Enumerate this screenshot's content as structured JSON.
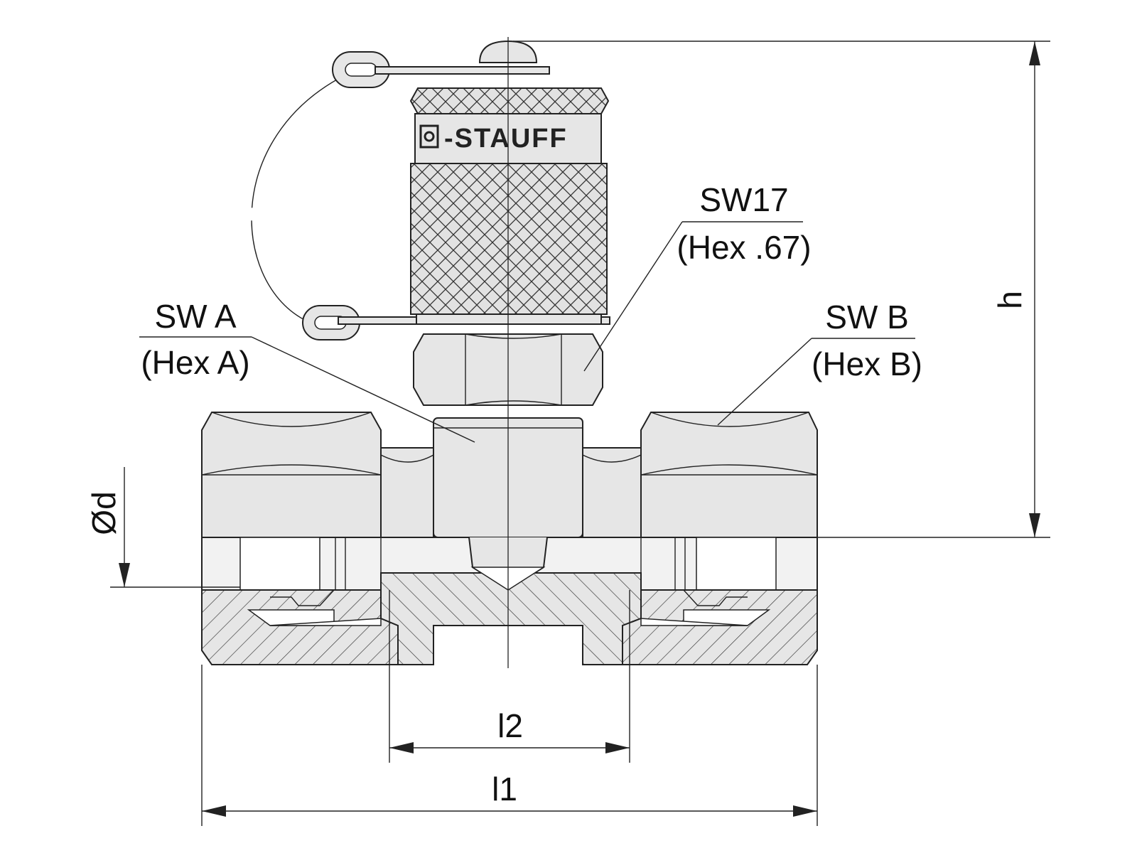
{
  "brand": {
    "text": "-STAUFF"
  },
  "labels": {
    "sw17": "SW17",
    "hex67": "(Hex .67)",
    "swa": "SW A",
    "hexa": "(Hex A)",
    "swb": "SW B",
    "hexb": "(Hex B)"
  },
  "dimensions": {
    "h": "h",
    "od": "Ød",
    "l2": "l2",
    "l1": "l1"
  },
  "colors": {
    "fill": "#e6e6e6",
    "line": "#222222"
  }
}
